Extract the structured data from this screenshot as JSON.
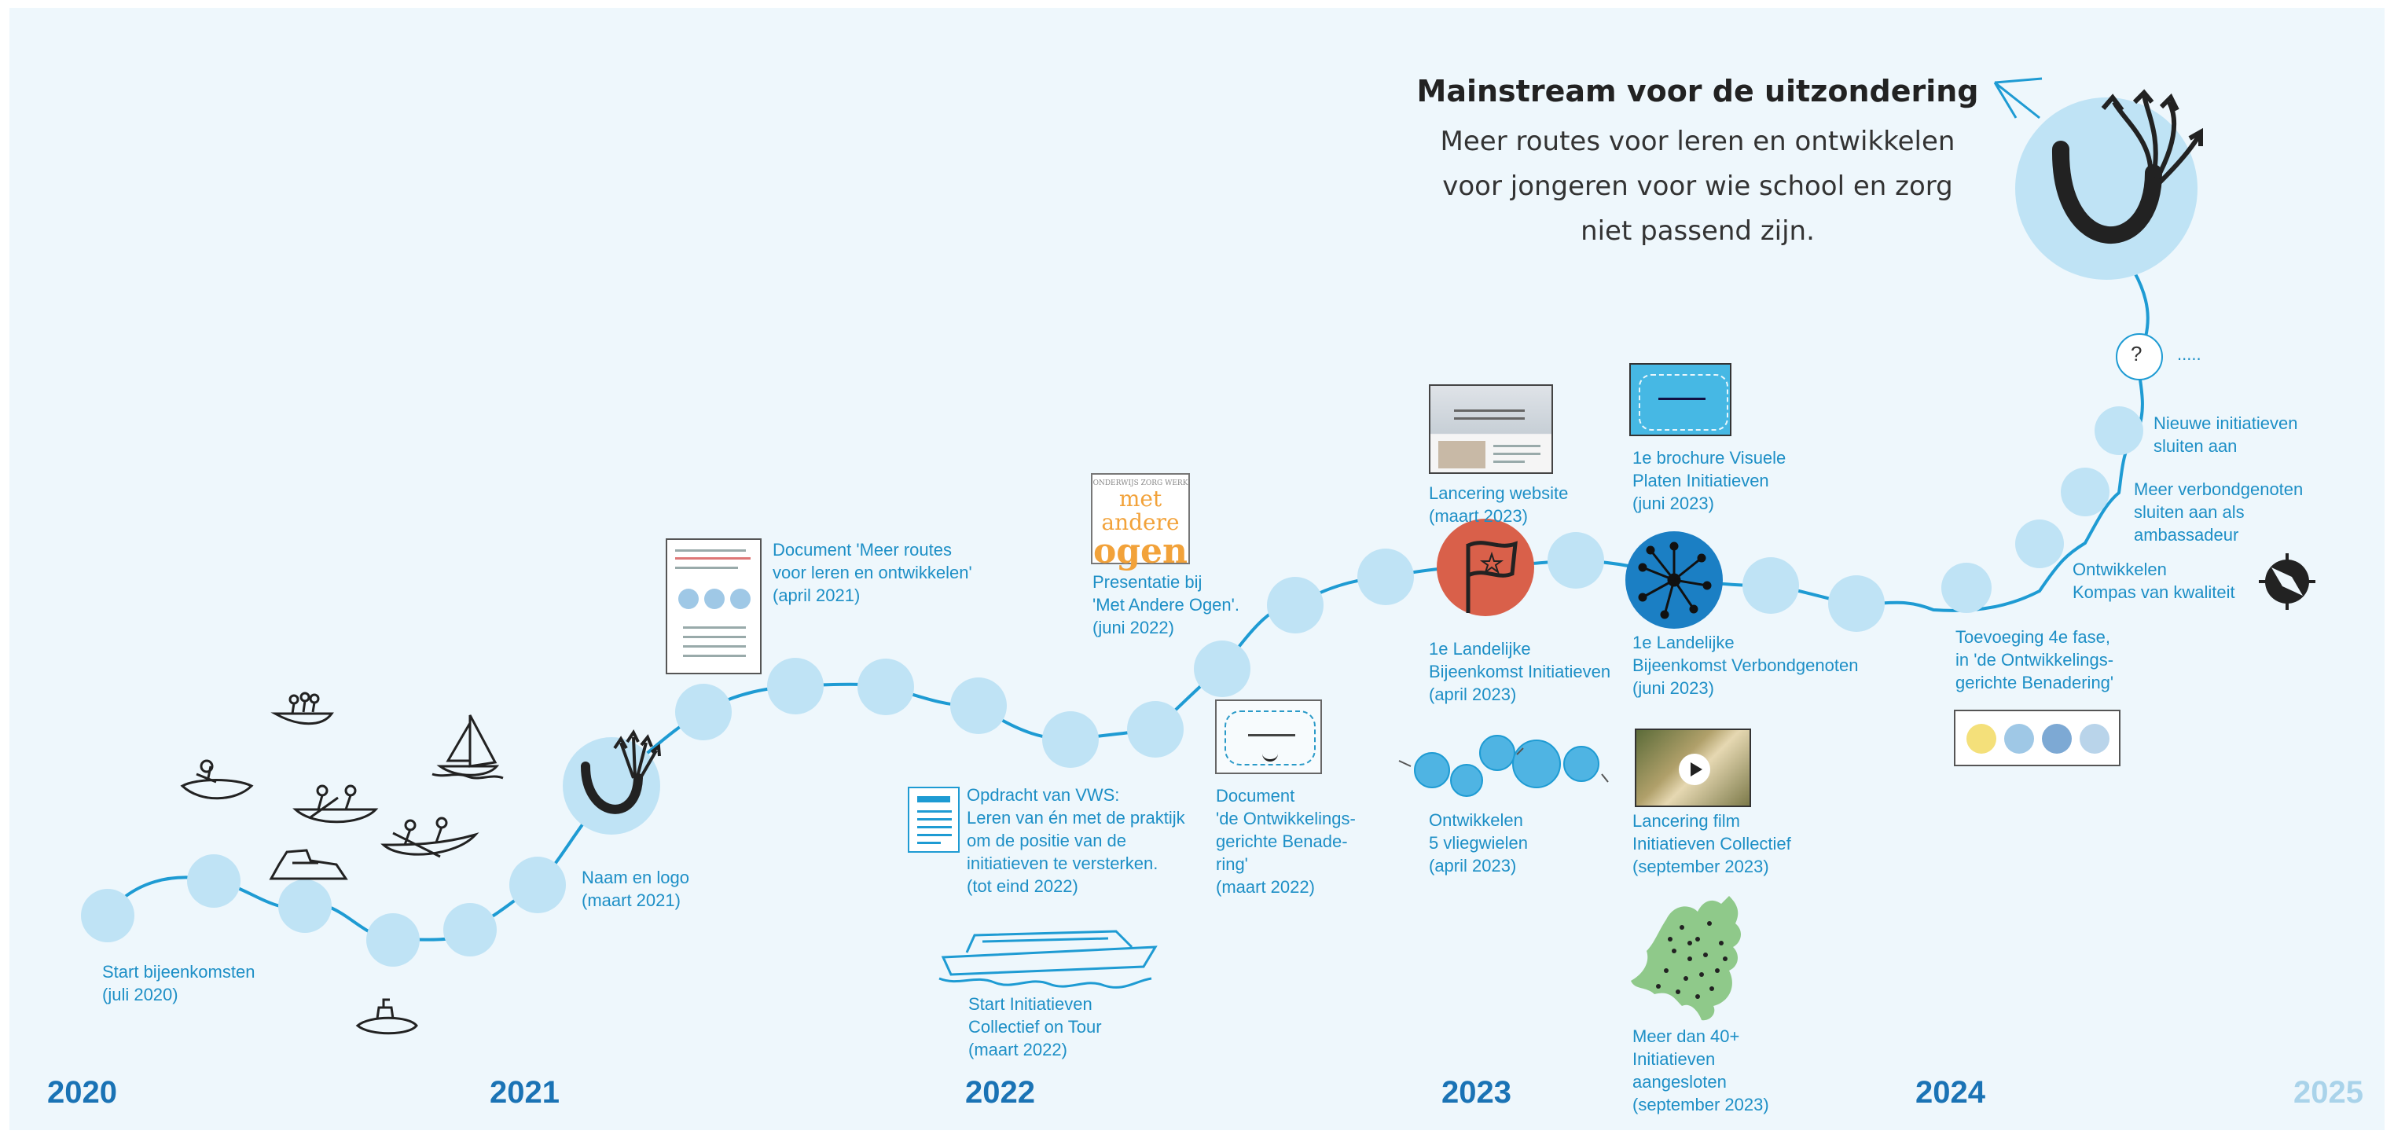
{
  "title": "Mainstream voor de uitzondering",
  "subtitle": "Meer routes voor leren en ontwikkelen\nvoor jongeren voor wie school en zorg\nniet passend zijn.",
  "colors": {
    "background": "#eef7fc",
    "path": "#1e9bd3",
    "node": "#bfe3f5",
    "text": "#1d8fc6",
    "year": "#1a73b5",
    "year_future": "#a9d3ea",
    "flag_node": "#d9604a",
    "network_node": "#1b7fc4"
  },
  "years": [
    "2020",
    "2021",
    "2022",
    "2023",
    "2024",
    "2025"
  ],
  "milestones": [
    {
      "id": "start",
      "text": "Start bijeenkomsten\n(juli 2020)"
    },
    {
      "id": "naam-logo",
      "text": "Naam en logo\n(maart 2021)"
    },
    {
      "id": "document-routes",
      "text": "Document 'Meer routes\nvoor leren en ontwikkelen'\n(april 2021)"
    },
    {
      "id": "opdracht-vws",
      "text": "Opdracht van VWS:\nLeren van én met de praktijk\nom de positie van de\ninitiatieven te versterken.\n(tot eind 2022)"
    },
    {
      "id": "on-tour",
      "text": "Start Initiatieven\nCollectief on Tour\n(maart 2022)"
    },
    {
      "id": "met-andere-ogen",
      "text": "Presentatie bij\n'Met Andere Ogen'.\n(juni 2022)"
    },
    {
      "id": "document-benadering",
      "text": "Document\n'de Ontwikkelings-\ngerichte Benade-\nring'\n(maart 2022)"
    },
    {
      "id": "website",
      "text": "Lancering website\n(maart 2023)"
    },
    {
      "id": "landelijke-initiatieven",
      "text": "1e Landelijke\nBijeenkomst Initiatieven\n(april 2023)"
    },
    {
      "id": "vliegwielen",
      "text": "Ontwikkelen\n5 vliegwielen\n(april 2023)"
    },
    {
      "id": "brochure",
      "text": "1e brochure Visuele\nPlaten Initiatieven\n(juni 2023)"
    },
    {
      "id": "landelijke-verbondgenoten",
      "text": "1e Landelijke\nBijeenkomst Verbondgenoten\n(juni 2023)"
    },
    {
      "id": "film",
      "text": "Lancering film\nInitiatieven Collectief\n(september 2023)"
    },
    {
      "id": "aangesloten",
      "text": "Meer dan 40+\nInitiatieven\naangesloten\n(september 2023)"
    },
    {
      "id": "fase4",
      "text": "Toevoeging 4e fase,\nin 'de Ontwikkelings-\ngerichte Benadering'"
    },
    {
      "id": "kompas",
      "text": "Ontwikkelen\nKompas van kwaliteit"
    },
    {
      "id": "ambassadeur",
      "text": "Meer verbondgenoten\nsluiten aan als\nambassadeur"
    },
    {
      "id": "nieuwe",
      "text": "Nieuwe initiatieven\nsluiten aan"
    },
    {
      "id": "ellipsis",
      "text": "....."
    }
  ],
  "question_mark": "?",
  "logo_text": {
    "top": "ONDERWIJS ZORG WERK",
    "mid": "met andere",
    "big": "ogen"
  },
  "icons": [
    "boat-icon",
    "sailboat-icon",
    "rowboat-icon",
    "submarine-icon",
    "ferry-icon",
    "flag-icon",
    "network-icon",
    "play-icon",
    "compass-icon",
    "netherlands-map-icon",
    "document-icon",
    "vliegwiel-icons"
  ]
}
